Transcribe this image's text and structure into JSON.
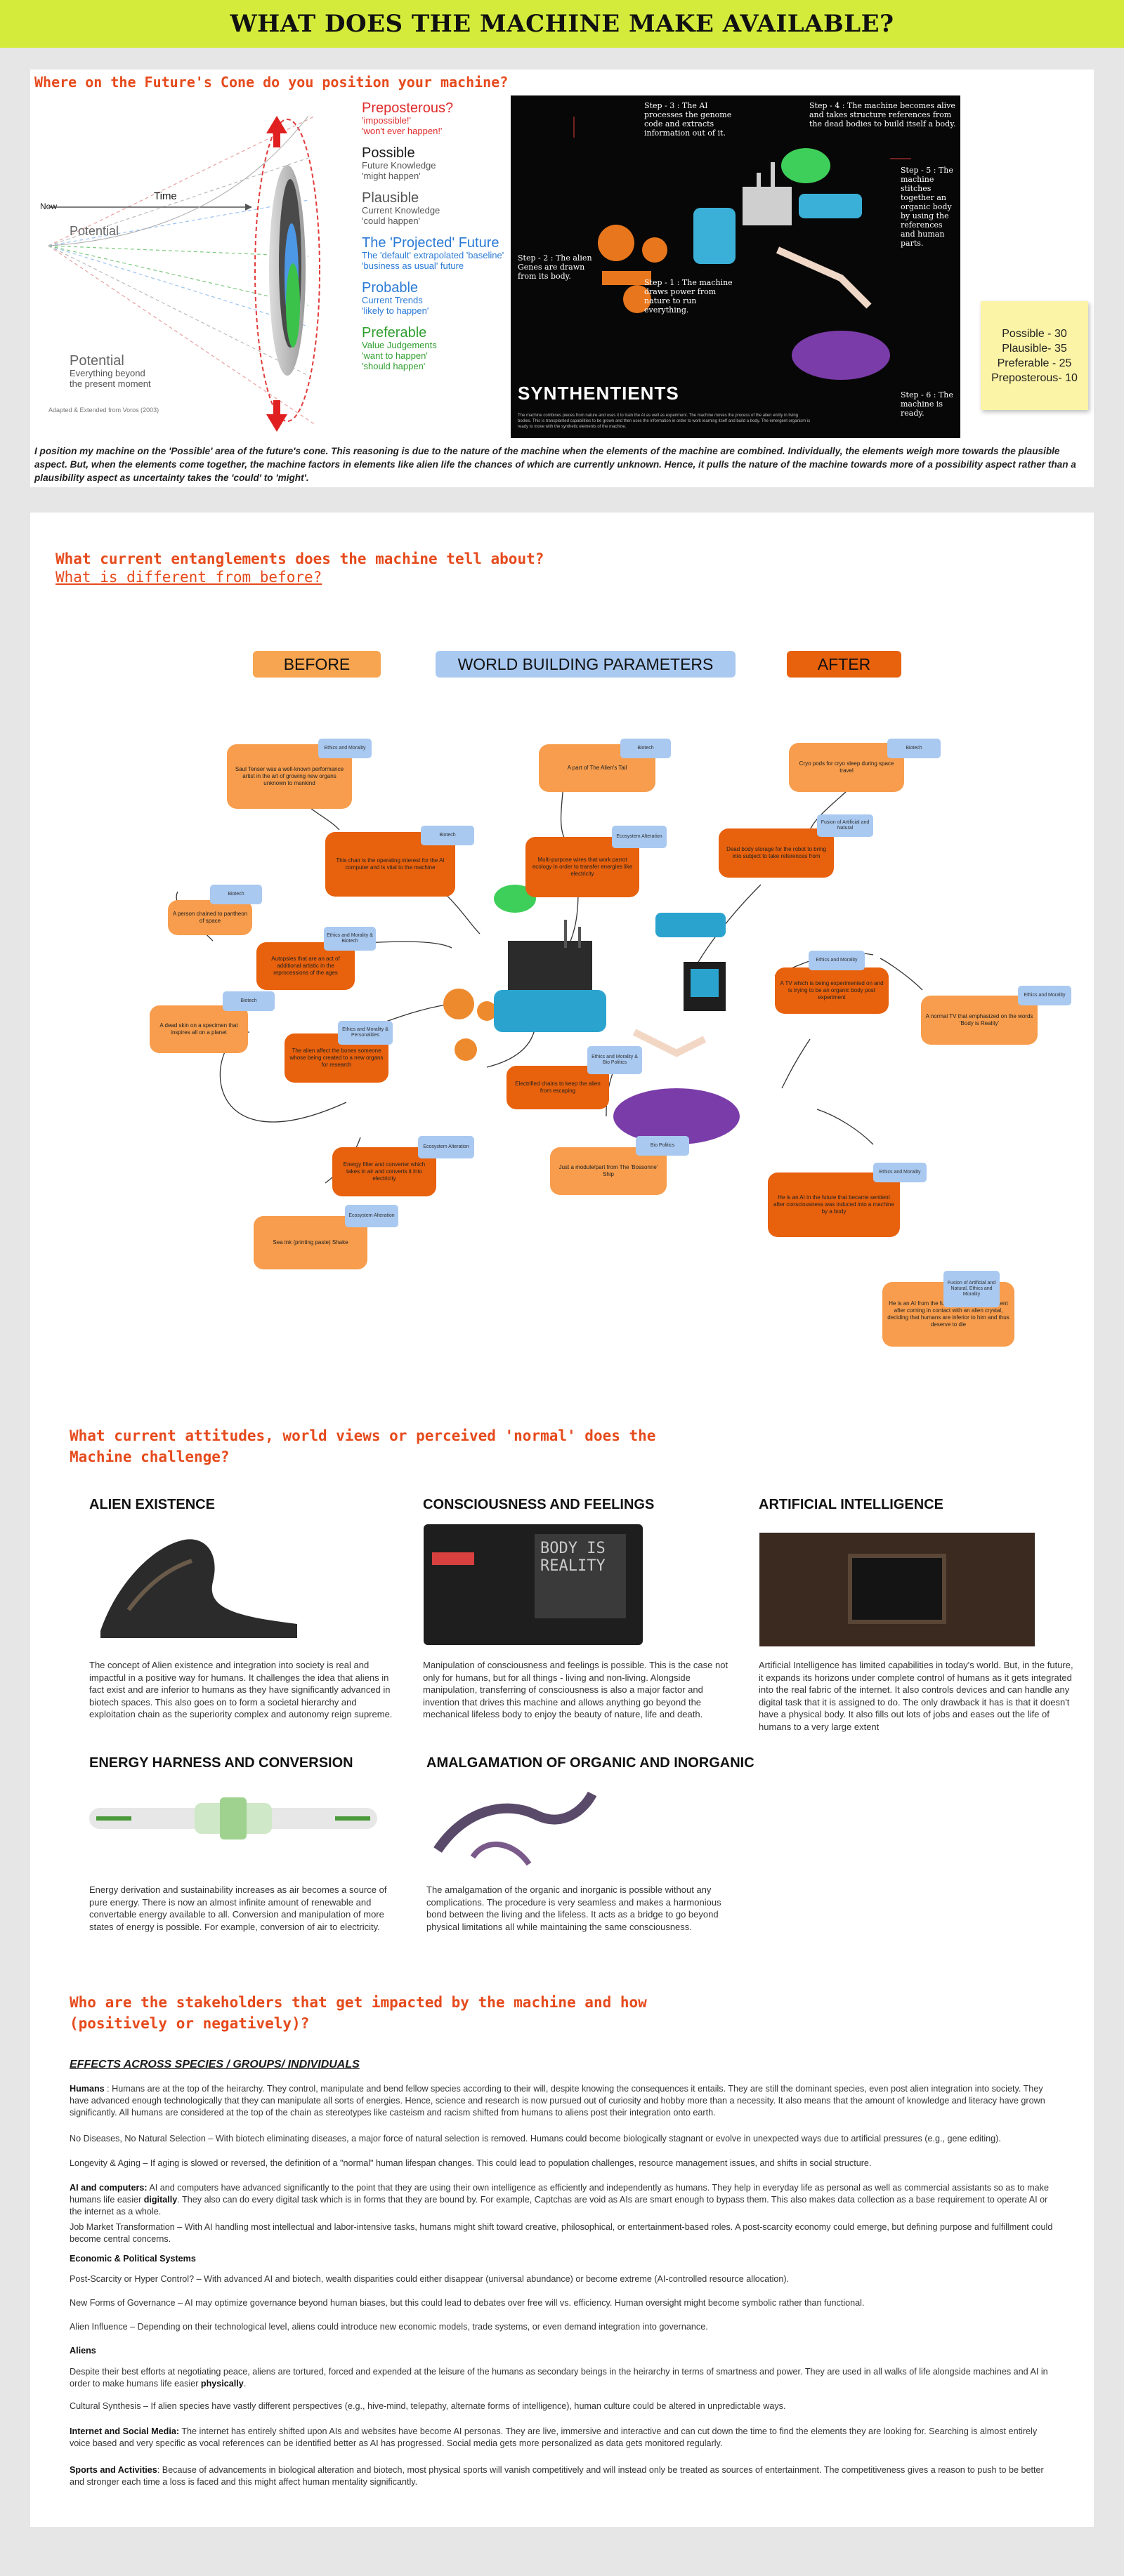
{
  "banner": {
    "title": "WHAT DOES THE MACHINE MAKE AVAILABLE?"
  },
  "futures_cone": {
    "question": "Where on the Future's Cone do you position your machine?",
    "time_label": "Time",
    "now_label": "Now",
    "potential_label": "Potential",
    "potential_bottom": {
      "title": "Potential",
      "line1": "Everything beyond",
      "line2": "the present moment"
    },
    "credit": "Adapted & Extended from Voros (2003)",
    "levels": [
      {
        "title": "Preposterous?",
        "line1": "'impossible!'",
        "line2": "'won't ever happen!'",
        "color": "#e02b2b"
      },
      {
        "title": "Possible",
        "line1": "Future Knowledge",
        "line2": "'might happen'",
        "color": "#222222"
      },
      {
        "title": "Plausible",
        "line1": "Current Knowledge",
        "line2": "'could happen'",
        "color": "#555555"
      },
      {
        "title": "The 'Projected' Future",
        "line1": "The 'default' extrapolated 'baseline'",
        "line2": "'business as usual' future",
        "color": "#2a7ad6"
      },
      {
        "title": "Probable",
        "line1": "Current Trends",
        "line2": "'likely to happen'",
        "color": "#2a7ad6"
      },
      {
        "title": "Preferable",
        "line1": "Value Judgements",
        "line2": "'want to happen'",
        "line3": "'should happen'",
        "color": "#2f9e2f"
      }
    ]
  },
  "synthentients": {
    "title": "SYNTHENTIENTS",
    "description": "The machine combines pieces from nature and uses it to train the AI as well as experiment. The machine moves the process of the alien entity in living bodies. This is transplanted capabilities to be grown and then uses the information in order to work learning itself and build a body. The emergent organism is ready to move with the synthetic elements of the machine.",
    "steps": [
      {
        "label": "Step - 1 : The machine draws power from nature to run everything."
      },
      {
        "label": "Step - 2 : The alien Genes are drawn from its body."
      },
      {
        "label": "Step - 3 : The AI processes the genome code and extracts information out of it."
      },
      {
        "label": "Step - 4 : The machine becomes alive and takes structure references from the dead bodies to build itself a body."
      },
      {
        "label": "Step - 5 : The machine stitches together an organic body by using the references and human parts."
      },
      {
        "label": "Step - 6 : The machine is ready."
      }
    ]
  },
  "sticky_note": {
    "lines": [
      "Possible - 30",
      "Plausible- 35",
      "Preferable - 25",
      "Preposterous- 10"
    ]
  },
  "position_paragraph": "I position my machine on the 'Possible' area of the future's cone. This reasoning is due to the nature of the machine when the elements of the machine are combined. Individually, the elements weigh more towards the plausible aspect. But, when the elements come together, the machine factors in elements like alien life the chances of which are currently unknown. Hence, it pulls the nature of the machine towards more of a possibility aspect rather than a plausibility aspect as uncertainty takes the 'could' to 'might'.",
  "entanglements": {
    "question": "What current entanglements does the machine tell about?",
    "subquestion": "What is different from before?",
    "before_label": "BEFORE",
    "params_label": "WORLD BUILDING PARAMETERS",
    "after_label": "AFTER",
    "nodes": [
      {
        "text": "Saul Tenser was a well-known performance artist in the art of growing new organs unknown to mankind"
      },
      {
        "text": "This chair is the operating interest for the AI computer and is vital to the machine"
      },
      {
        "text": "A person chained to pantheon of space"
      },
      {
        "text": "Autopsies that are an act of additional artistic in the reprocessions of the ages"
      },
      {
        "text": "A dead skin on a specimen that inspires all on a planet"
      },
      {
        "text": "The alien affect the bones someone whose being created to a new organs for research"
      },
      {
        "text": "A part of The Alien's Tail"
      },
      {
        "text": "Multi-purpose wires that work parrot ecology in order to transfer energies like electricity"
      },
      {
        "text": "Electrified chains to keep the alien from escaping"
      },
      {
        "text": "Energy filter and converter which takes in air and converts it into electricity"
      },
      {
        "text": "Just a module/part from The 'Bossonne' Ship"
      },
      {
        "text": "Sea ink (printing paste) Shake"
      },
      {
        "text": "Cryo pods for cryo sleep during space travel"
      },
      {
        "text": "Dead body storage for the robot to bring into subject to take references from"
      },
      {
        "text": "A TV which is being experimented on and is trying to be an organic body post experiment"
      },
      {
        "text": "A normal TV that emphasized on the words 'Body is Reality'"
      },
      {
        "text": "He is an AI in the future that became sentient after consciousness was induced into a machine by a body"
      },
      {
        "text": "He is an AI from the future that became sentient after coming in contact with an alien crystal, deciding that humans are inferior to him and thus deserve to die"
      }
    ],
    "tags": [
      "Ethics and Morality",
      "Biotech",
      "Biotech",
      "Ethics and Morality & Biotech",
      "Biotech",
      "Ethics and Morality & Personalities",
      "Biotech",
      "Ecosystem Alteration",
      "Ethics and Morality & Bio Politics",
      "Ecosystem Alteration",
      "Bio Politics",
      "Ecosystem Alteration",
      "Biotech",
      "Fusion of Artificial and Natural",
      "Ethics and Morality",
      "Ethics and Morality",
      "Ethics and Morality",
      "Fusion of Artificial and Natural, Ethics and Morality"
    ]
  },
  "attitudes": {
    "question": "What current attitudes, world views or perceived 'normal' does the Machine challenge?",
    "cards": [
      {
        "title": "ALIEN EXISTENCE",
        "text": "The concept of Alien existence and integration into society is real and impactful in a positive way for humans. It challenges the idea that aliens in fact exist and are inferior to humans as they have significantly advanced in biotech spaces. This also goes on to form a societal hierarchy and exploitation chain as the superiority complex and autonomy reign supreme."
      },
      {
        "title": "CONSCIOUSNESS AND FEELINGS",
        "text": "Manipulation of consciousness and feelings is possible. This is the case not only for humans, but for all things - living and non-living. Alongside manipulation, transferring of consciousness is also a major factor and invention that drives this machine and allows anything go beyond the mechanical lifeless body to enjoy the beauty of nature, life and death.",
        "screen_text": "BODY IS REALITY"
      },
      {
        "title": "ARTIFICIAL INTELLIGENCE",
        "text": "Artificial Intelligence has limited capabilities in today's world. But, in the future, it expands its horizons under complete control of humans as it gets integrated into the real fabric of the internet. It also controls devices and can handle any digital task that it is assigned to do. The only drawback it has is that it doesn't have a physical body. It also fills out lots of jobs and eases out the life of humans to a very large extent"
      },
      {
        "title": "ENERGY HARNESS AND CONVERSION",
        "text": "Energy derivation and sustainability increases as air becomes a source of pure energy. There is now an almost infinite amount of renewable and convertable energy available to all. Conversion and manipulation of more states of energy is possible. For example, conversion of air to electricity."
      },
      {
        "title": "AMALGAMATION OF ORGANIC AND INORGANIC",
        "text": "The amalgamation of the organic and inorganic is possible without any complications. The procedure is very seamless and makes a harmonious bond between the living and the lifeless. It acts as a bridge to go beyond physical limitations all while maintaining the same consciousness."
      }
    ]
  },
  "stakeholders": {
    "question": "Who are the stakeholders that get impacted by the machine and how (positively or negatively)?",
    "effects_heading": "EFFECTS ACROSS SPECIES / GROUPS/ INDIVIDUALS",
    "humans_label": "Humans",
    "humans_text": " : Humans are at the top of the heirarchy. They control, manipulate and bend fellow species according to their will, despite knowing the consequences it entails. They are still the dominant species, even post alien integration into society. They have advanced enough technologically that they can manipulate all sorts of energies. Hence, science and research is now pursued out of curiosity and hobby more than a necessity. It also means that the amount of knowledge and literacy have grown significantly. All humans are considered at the top of the chain as stereotypes like casteism and racism shifted from humans to aliens post their integration onto earth.",
    "no_diseases": "No Diseases, No Natural Selection – With biotech eliminating diseases, a major force of natural selection is removed. Humans could become biologically stagnant or evolve in unexpected ways due to artificial pressures (e.g., gene editing).",
    "longevity": "Longevity & Aging – If aging is slowed or reversed, the definition of a \"normal\" human lifespan changes. This could lead to population challenges, resource management issues, and shifts in social structure.",
    "ai_label": "AI and computers:",
    "ai_text_1": " AI and computers have advanced significantly to the point that they are using their own intelligence as efficiently and independently as humans. They help in everyday life as personal as well as commercial assistants so as to make humans life easier ",
    "ai_bold": "digitally",
    "ai_text_2": ". They also can do every digital task which is in forms that they are bound by. For example, Captchas are void as AIs are smart enough to bypass them. This also makes data collection as a base requirement to operate AI or the internet as a whole.",
    "job_market": "Job Market Transformation – With AI handling most intellectual and labor-intensive tasks, humans might shift toward creative, philosophical, or entertainment-based roles. A post-scarcity economy could emerge, but defining purpose and fulfillment could become central concerns.",
    "econ_heading": "Economic & Political Systems",
    "post_scarcity": "Post-Scarcity or Hyper Control? – With advanced AI and biotech, wealth disparities could either disappear (universal abundance) or become extreme (AI-controlled resource allocation).",
    "governance": "New Forms of Governance – AI may optimize governance beyond human biases, but this could lead to debates over free will vs. efficiency. Human oversight might become symbolic rather than functional.",
    "alien_influence": "Alien Influence – Depending on their technological level, aliens could introduce new economic models, trade systems, or even demand integration into governance.",
    "aliens_heading": "Aliens",
    "aliens_text_1": "Despite their best efforts at negotiating peace, aliens are tortured, forced and expended at the leisure of the humans as secondary beings in the heirarchy in terms of smartness and power. They are used in all walks of life alongside machines and AI in order to make humans life easier ",
    "aliens_bold": "physically",
    "aliens_text_2": ".",
    "cultural": "Cultural Synthesis – If alien species have vastly different perspectives (e.g., hive-mind, telepathy, alternate forms of intelligence), human culture could be altered in unpredictable ways.",
    "internet_label": "Internet and Social Media:",
    "internet_text": " The internet has entirely shifted upon AIs and websites have become AI personas. They are live, immersive and interactive and can cut down the time to find the elements they are looking for. Searching is almost entirely voice based and very specific as vocal references can be identified better as AI has progressed. Social media gets more personalized as data gets monitored regularly.",
    "sports_label": "Sports and Activities",
    "sports_text": ": Because of advancements in biological alteration and biotech, most physical sports will vanish competitively and will instead only be treated as sources of entertainment. The competitiveness gives a reason to push to be better and stronger each time a loss is faced and this might affect human mentality significantly."
  },
  "colors": {
    "banner": "#d4eb3c",
    "heading": "#e64a1c",
    "node_dark": "#e8610d",
    "node_light": "#f79d4d",
    "tag": "#a9c9f1",
    "sticky": "#fbf3a6"
  }
}
